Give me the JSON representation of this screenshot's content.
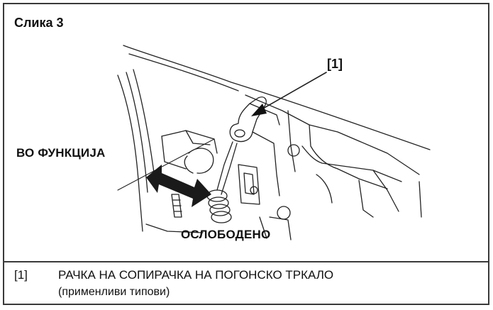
{
  "figure": {
    "title": "Слика 3",
    "callout": "[1]",
    "label_engaged": "ВО ФУНКЦИЈА",
    "label_released": "ОСЛОБОДЕНО"
  },
  "legend": {
    "number": "[1]",
    "text": "РАЧКА НА СОПИРАЧКА НА ПОГОНСКО ТРКАЛО",
    "subtext": "(применливи типови)"
  }
}
